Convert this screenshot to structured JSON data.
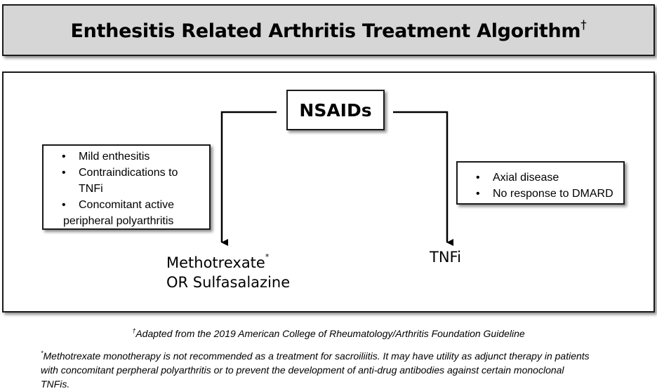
{
  "title": {
    "text": "Enthesitis Related Arthritis Treatment Algorithm",
    "mark": "†"
  },
  "start_node": {
    "label": "NSAIDs"
  },
  "left_branch": {
    "criteria": [
      "Mild enthesitis",
      "Contraindications to TNFi",
      "Concomitant active peripheral polyarthritis"
    ],
    "criteria_lines": {
      "c1": "Mild enthesitis",
      "c2a": "Contraindications to",
      "c2b": "TNFi",
      "c3a": "Concomitant active",
      "c3b": "peripheral polyarthritis"
    },
    "outcome_line1": "Methotrexate",
    "outcome_mark": "*",
    "outcome_line2": "OR Sulfasalazine"
  },
  "right_branch": {
    "criteria": [
      "Axial disease",
      "No response to DMARD"
    ],
    "outcome": "TNFi"
  },
  "footnotes": {
    "dagger_mark": "†",
    "dagger_text": "Adapted from the 2019 American College of Rheumatology/Arthritis Foundation Guideline",
    "star_mark": "*",
    "star_line1": "Methotrexate monotherapy is not recommended as a treatment for sacroiliitis. It may have utility as adjunct therapy in patients",
    "star_line2": "with concomitant perpheral polyarthritis or to prevent the development of anti-drug antibodies against certain monoclonal",
    "star_line3": "TNFis."
  },
  "colors": {
    "title_bg": "#d6d6d6",
    "border": "#1a1a1a",
    "line": "#000000"
  }
}
